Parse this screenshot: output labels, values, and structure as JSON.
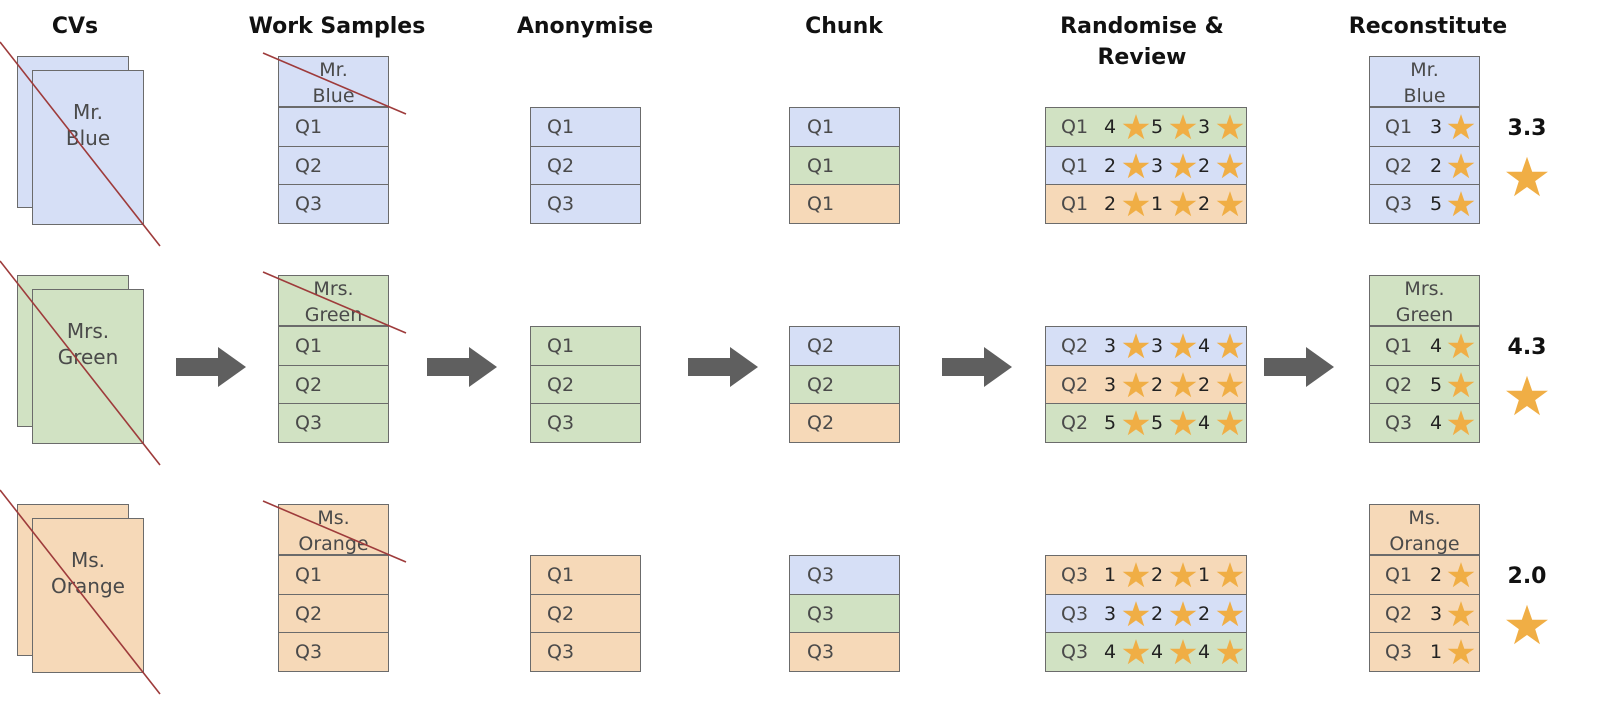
{
  "colors": {
    "blue": "#d6dff6",
    "green": "#d1e2c3",
    "orange": "#f6d9b8",
    "star": "#f0ae45",
    "arrow": "#5f5f5f",
    "strike": "#9e3b3b"
  },
  "headers": [
    "CVs",
    "Work Samples",
    "Anonymise",
    "Chunk",
    "Randomise &\nReview",
    "Reconstitute"
  ],
  "candidates": [
    {
      "name": "Mr.\nBlue",
      "color": "blue"
    },
    {
      "name": "Mrs.\nGreen",
      "color": "green"
    },
    {
      "name": "Ms.\nOrange",
      "color": "orange"
    }
  ],
  "questions": [
    "Q1",
    "Q2",
    "Q3"
  ],
  "review": [
    [
      {
        "color": "green",
        "scores": [
          "4",
          "5",
          "3"
        ]
      },
      {
        "color": "blue",
        "scores": [
          "2",
          "3",
          "2"
        ]
      },
      {
        "color": "orange",
        "scores": [
          "2",
          "1",
          "2"
        ]
      }
    ],
    [
      {
        "color": "blue",
        "scores": [
          "3",
          "3",
          "4"
        ]
      },
      {
        "color": "orange",
        "scores": [
          "3",
          "2",
          "2"
        ]
      },
      {
        "color": "green",
        "scores": [
          "5",
          "5",
          "4"
        ]
      }
    ],
    [
      {
        "color": "orange",
        "scores": [
          "1",
          "2",
          "1"
        ]
      },
      {
        "color": "blue",
        "scores": [
          "3",
          "2",
          "2"
        ]
      },
      {
        "color": "green",
        "scores": [
          "4",
          "4",
          "4"
        ]
      }
    ]
  ],
  "chunk_colors": [
    "blue",
    "green",
    "orange"
  ],
  "reconstitute": [
    {
      "scores": [
        "3",
        "2",
        "5"
      ],
      "average": "3.3"
    },
    {
      "scores": [
        "4",
        "5",
        "4"
      ],
      "average": "4.3"
    },
    {
      "scores": [
        "2",
        "3",
        "1"
      ],
      "average": "2.0"
    }
  ]
}
